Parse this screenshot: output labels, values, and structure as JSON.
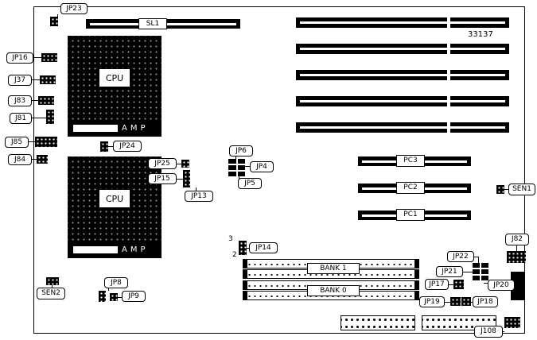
{
  "meta": {
    "part_number": "33137"
  },
  "cpu_sockets": [
    {
      "label": "CPU",
      "brand": "AMP"
    },
    {
      "label": "CPU",
      "brand": "AMP"
    }
  ],
  "slots": {
    "sl1": "SL1",
    "pci": [
      "PC3",
      "PC2",
      "PC1"
    ],
    "memory_banks": [
      "BANK 1",
      "BANK 0"
    ]
  },
  "connectors": {
    "jp23": "JP23",
    "jp16": "JP16",
    "j37": "J37",
    "j83": "J83",
    "j81": "J81",
    "j85": "J85",
    "j84": "J84",
    "jp24": "JP24",
    "jp25": "JP25",
    "jp15": "JP15",
    "jp13": "JP13",
    "jp6": "JP6",
    "jp4": "JP4",
    "jp5": "JP5",
    "jp14": "JP14",
    "sen1": "SEN1",
    "sen2": "SEN2",
    "jp8": "JP8",
    "jp9": "JP9",
    "j82": "J82",
    "jp22": "JP22",
    "jp21": "JP21",
    "jp20": "JP20",
    "jp17": "JP17",
    "jp19": "JP19",
    "jp18": "JP18",
    "j108": "J108"
  },
  "pin_labels": {
    "jp14_pin3": "3",
    "jp14_pin2": "2"
  }
}
